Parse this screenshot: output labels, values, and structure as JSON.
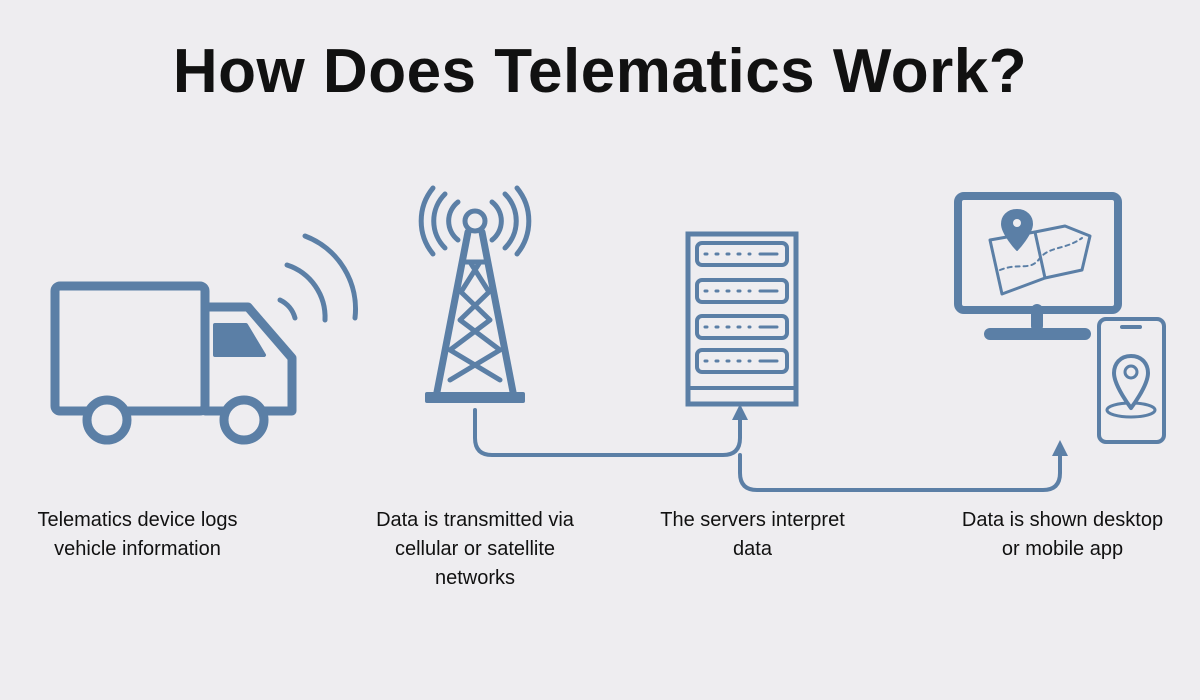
{
  "title": "How Does Telematics Work?",
  "colors": {
    "icon": "#5b7fa6",
    "background": "#eeedf0",
    "text": "#111111"
  },
  "steps": [
    {
      "icon": "truck-icon",
      "caption": "Telematics device logs vehicle information"
    },
    {
      "icon": "cell-tower-icon",
      "caption": "Data is transmitted via cellular or satellite networks"
    },
    {
      "icon": "server-rack-icon",
      "caption": "The servers interpret data"
    },
    {
      "icon": "desktop-mobile-icon",
      "caption": "Data is shown desktop or mobile app"
    }
  ]
}
